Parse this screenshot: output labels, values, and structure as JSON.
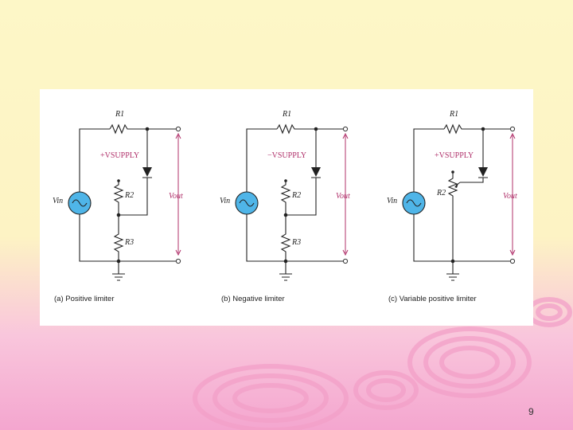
{
  "circuits": [
    {
      "caption": "(a) Positive limiter",
      "r_top": "R1",
      "supply": "+VSUPPLY",
      "r_mid": "R2",
      "r_bot": "R3",
      "vin": "Vin",
      "vout": "Vout"
    },
    {
      "caption": "(b) Negative limiter",
      "r_top": "R1",
      "supply": "−VSUPPLY",
      "r_mid": "R2",
      "r_bot": "R3",
      "vin": "Vin",
      "vout": "Vout"
    },
    {
      "caption": "(c) Variable positive limiter",
      "r_top": "R1",
      "supply": "+VSUPPLY",
      "r_mid": "R2",
      "vin": "Vin",
      "vout": "Vout"
    }
  ],
  "page_number": "9",
  "colors": {
    "accent": "#b0306a",
    "source_fill": "#4fb5e8"
  }
}
